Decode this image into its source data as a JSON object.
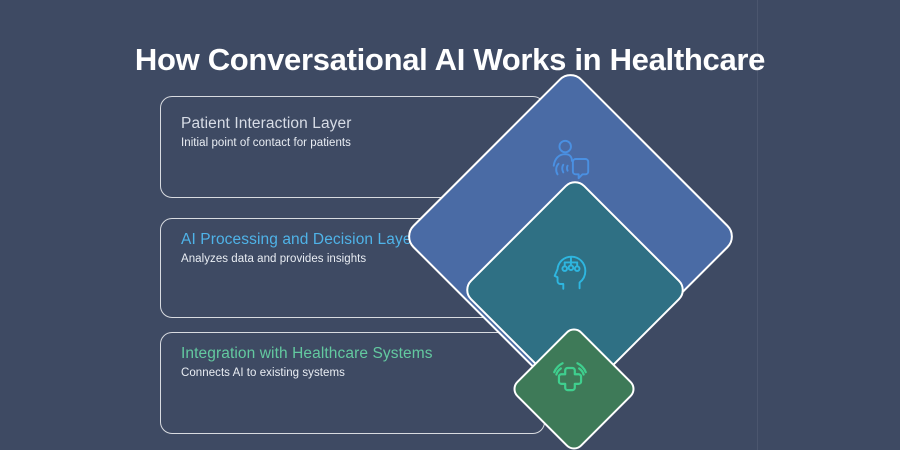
{
  "page": {
    "title": "How Conversational AI Works in Healthcare",
    "background_color": "#3e4a63"
  },
  "layers": [
    {
      "id": "patient-interaction",
      "title": "Patient Interaction Layer",
      "description": "Initial point of contact for patients",
      "title_color": "#d7dce6",
      "shape_color": "#4a6ba5",
      "icon": "person-chat-bubble-icon",
      "icon_color": "#4a90e2"
    },
    {
      "id": "ai-processing",
      "title": "AI Processing and Decision Layer",
      "description": "Analyzes data and provides insights",
      "title_color": "#4fb3e8",
      "shape_color": "#2f7084",
      "icon": "head-circuit-icon",
      "icon_color": "#2eb6e0"
    },
    {
      "id": "integration",
      "title": "Integration with Healthcare Systems",
      "description": "Connects AI to existing systems",
      "title_color": "#63c9a0",
      "shape_color": "#3e7a58",
      "icon": "medical-cross-signal-icon",
      "icon_color": "#3fcf8e"
    }
  ]
}
